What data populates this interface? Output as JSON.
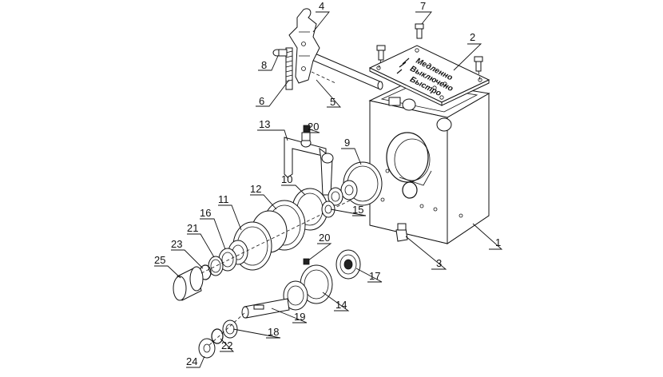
{
  "diagram": {
    "plate_text": [
      "Медленно",
      "Выключено",
      "Быстро"
    ],
    "callouts": [
      "1",
      "2",
      "3",
      "4",
      "5",
      "6",
      "7",
      "8",
      "9",
      "10",
      "11",
      "12",
      "13",
      "14",
      "15",
      "16",
      "17",
      "18",
      "19",
      "20",
      "20",
      "21",
      "22",
      "23",
      "24",
      "25"
    ]
  }
}
